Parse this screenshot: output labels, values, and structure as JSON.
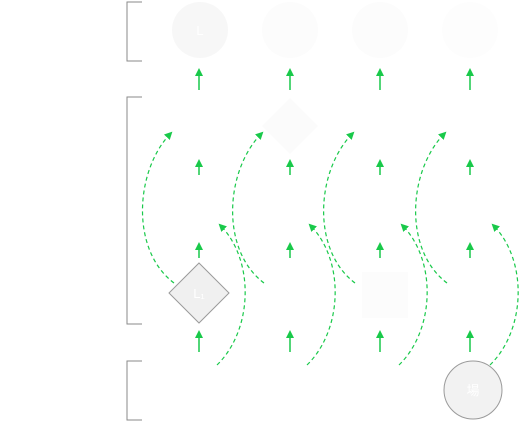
{
  "diagram": {
    "colors": {
      "background": "#ffffff",
      "bracket": "#8a8a8a",
      "arrow": "#19c94a",
      "node_fill": "#f2f2f2",
      "node_stroke": "#9a9a9a",
      "node_text": "#ffffff"
    },
    "groups": [
      {
        "id": "top"
      },
      {
        "id": "middle"
      },
      {
        "id": "bottom"
      }
    ],
    "nodes": [
      {
        "id": "top-node-1",
        "shape": "circle",
        "label": "L"
      },
      {
        "id": "top-node-2",
        "shape": "circle",
        "label": ""
      },
      {
        "id": "top-node-3",
        "shape": "circle",
        "label": ""
      },
      {
        "id": "top-node-4",
        "shape": "circle",
        "label": ""
      },
      {
        "id": "diamond-node",
        "shape": "diamond",
        "label": "L₁"
      },
      {
        "id": "bottom-right-node",
        "shape": "circle",
        "label": "場"
      }
    ]
  }
}
